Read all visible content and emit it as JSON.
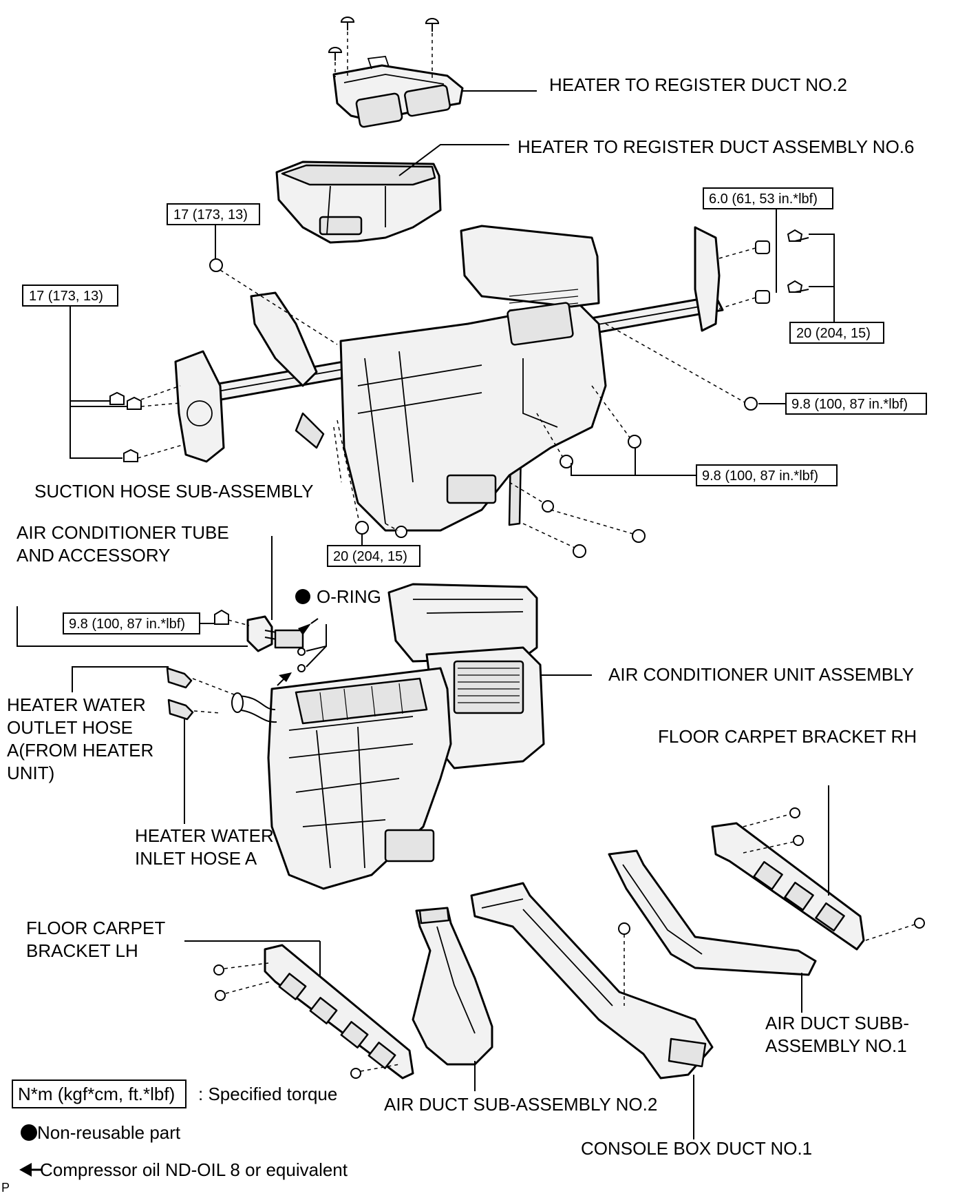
{
  "labels": {
    "duct_no2": "HEATER TO REGISTER DUCT NO.2",
    "duct_no6": "HEATER TO REGISTER DUCT ASSEMBLY NO.6",
    "suction_hose": "SUCTION HOSE SUB-ASSEMBLY",
    "ac_tube_l1": "AIR CONDITIONER TUBE",
    "ac_tube_l2": "AND ACCESSORY",
    "o_ring": "O-RING",
    "ac_unit": "AIR CONDITIONER UNIT ASSEMBLY",
    "outlet_l1": "HEATER WATER",
    "outlet_l2": "OUTLET HOSE",
    "outlet_l3": "A(FROM HEATER",
    "outlet_l4": "UNIT)",
    "bracket_rh": "FLOOR CARPET BRACKET RH",
    "inlet_l1": "HEATER WATER",
    "inlet_l2": "INLET HOSE A",
    "bracket_lh_l1": "FLOOR CARPET",
    "bracket_lh_l2": "BRACKET LH",
    "duct_subb_l1": "AIR DUCT SUBB-",
    "duct_subb_l2": "ASSEMBLY NO.1",
    "duct_no2_sub": "AIR DUCT SUB-ASSEMBLY NO.2",
    "console_duct": "CONSOLE BOX DUCT NO.1"
  },
  "torques": {
    "t_top": "17 (173, 13)",
    "t_left": "17 (173, 13)",
    "t_6": "6.0 (61, 53 in.*lbf)",
    "t_20_right": "20 (204, 15)",
    "t_98_right": "9.8 (100, 87 in.*lbf)",
    "t_98_mid": "9.8 (100, 87 in.*lbf)",
    "t_20_mid": "20 (204, 15)",
    "t_98_tube": "9.8 (100, 87 in.*lbf)"
  },
  "legend": {
    "torque_box": "N*m (kgf*cm, ft.*lbf)",
    "torque_desc": ": Specified torque",
    "nonreusable": "Non-reusable part",
    "compressor_oil": "Compressor oil ND-OIL 8 or equivalent"
  },
  "corner_mark": "P"
}
